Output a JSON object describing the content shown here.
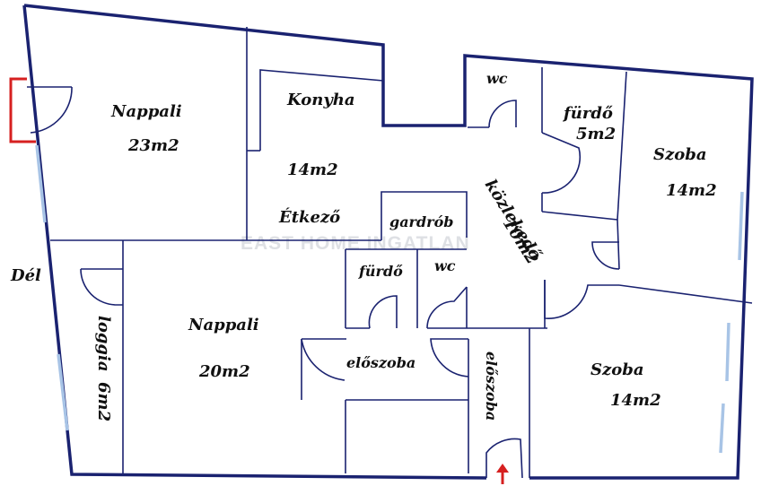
{
  "watermark": "EAST HOME INGATLAN",
  "compass": "Dél",
  "colors": {
    "wall": "#1a2270",
    "window": "#a8c4e6",
    "entrance": "#d62020"
  },
  "rooms": {
    "nappali_top": {
      "name": "Nappali",
      "area": "23m2"
    },
    "konyha": {
      "name": "Konyha",
      "area": "14m2"
    },
    "etkezo": {
      "name": "Étkező"
    },
    "wc_top": {
      "name": "wc"
    },
    "furdo_top": {
      "name": "fürdő",
      "area": "5m2"
    },
    "szoba_top": {
      "name": "Szoba",
      "area": "14m2"
    },
    "kozlekedo": {
      "name": "közlekedő",
      "area": "10m2"
    },
    "gardrob": {
      "name": "gardrób"
    },
    "furdo_mid": {
      "name": "fürdő"
    },
    "wc_mid": {
      "name": "wc"
    },
    "loggia": {
      "name": "loggia",
      "area": "6m2"
    },
    "nappali_bottom": {
      "name": "Nappali",
      "area": "20m2"
    },
    "eloszoba_left": {
      "name": "előszoba"
    },
    "eloszoba_right": {
      "name": "előszoba"
    },
    "szoba_bottom": {
      "name": "Szoba",
      "area": "14m2"
    }
  }
}
